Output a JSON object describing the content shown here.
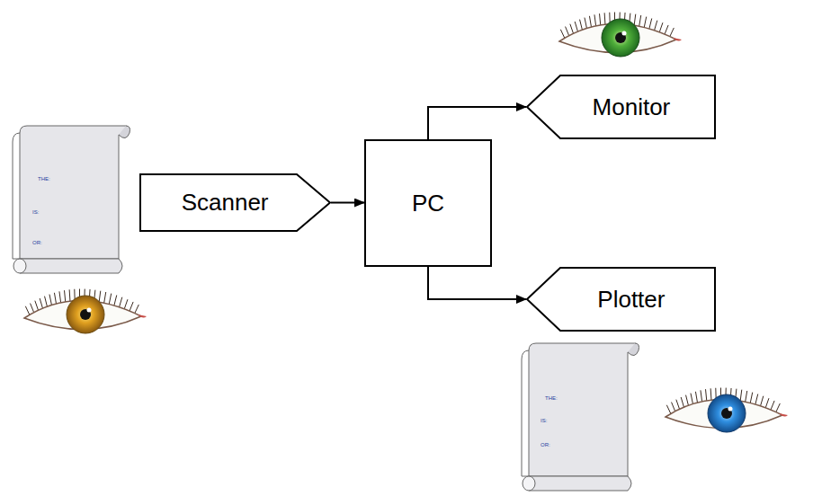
{
  "diagram": {
    "nodes": [
      {
        "text": [
          "Scanner"
        ]
      },
      {
        "text": [
          "PC"
        ]
      },
      {
        "text": [
          "Monitor"
        ]
      },
      {
        "text": [
          "Plotter"
        ]
      }
    ],
    "edges": [
      {
        "from": 0,
        "to": 1,
        "arrow": "to"
      },
      {
        "from": 1,
        "to": 2,
        "arrow": "to"
      },
      {
        "from": 1,
        "to": 3,
        "arrow": "to"
      }
    ],
    "labels": [
      "THE:",
      "IS:",
      "OR:",
      "THE:",
      "IS:",
      "OR:"
    ]
  }
}
